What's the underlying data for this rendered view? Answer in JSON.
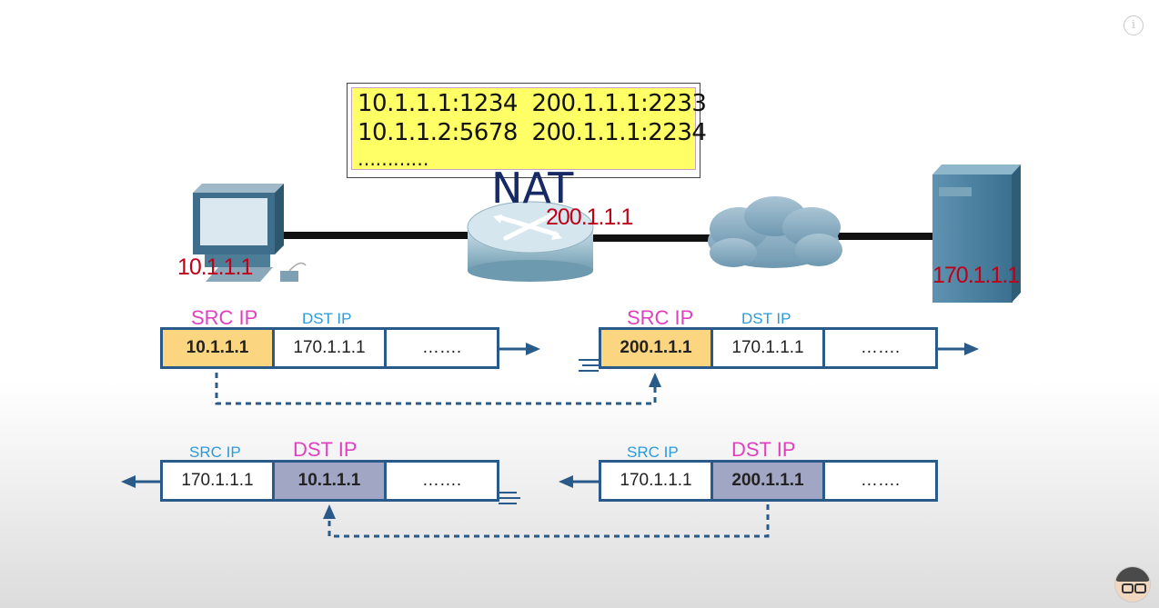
{
  "nat_table": {
    "row1": "10.1.1.1:1234  200.1.1.1:2233",
    "row2": "10.1.1.2:5678  200.1.1.1:2234",
    "row3": "…………"
  },
  "labels": {
    "nat": "NAT",
    "router_ip": "200.1.1.1",
    "client_ip": "10.1.1.1",
    "server_ip": "170.1.1.1"
  },
  "packets": {
    "outbound_before": {
      "src_label": "SRC IP",
      "dst_label": "DST IP",
      "src": "10.1.1.1",
      "dst": "170.1.1.1",
      "rest": "……."
    },
    "outbound_after": {
      "src_label": "SRC IP",
      "dst_label": "DST IP",
      "src": "200.1.1.1",
      "dst": "170.1.1.1",
      "rest": "……."
    },
    "inbound_before": {
      "src_label": "SRC IP",
      "dst_label": "DST IP",
      "src": "170.1.1.1",
      "dst": "200.1.1.1",
      "rest": "……."
    },
    "inbound_after": {
      "src_label": "SRC IP",
      "dst_label": "DST IP",
      "src": "170.1.1.1",
      "dst": "10.1.1.1",
      "rest": "……."
    }
  },
  "colors": {
    "accent_red": "#c00018",
    "nat_blue": "#172a66",
    "packet_border": "#2a5a8a",
    "src_highlight": "#fcd581",
    "dst_highlight": "#a0a6c4",
    "table_yellow": "#ffff66"
  },
  "icons": [
    "info-icon",
    "computer-icon",
    "router-icon",
    "cloud-icon",
    "server-icon",
    "avatar"
  ]
}
